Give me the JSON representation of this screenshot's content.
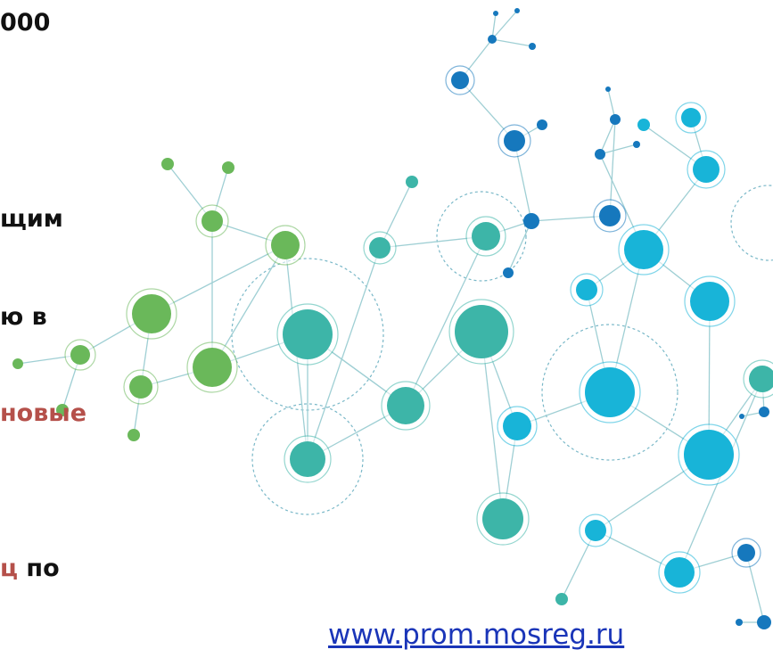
{
  "lines": {
    "l1": "000",
    "l2": "щим",
    "l3": "ю в",
    "l4": "новые",
    "l5_red": "ц",
    "l5_black": " по"
  },
  "website": "www.prom.mosreg.ru",
  "colors": {
    "text": "#111111",
    "highlight": "#b5504a",
    "link": "#1a35b8",
    "green": "#6ab85a",
    "teal": "#3db5a8",
    "cyan": "#18b4d8",
    "blue": "#1678bd"
  }
}
